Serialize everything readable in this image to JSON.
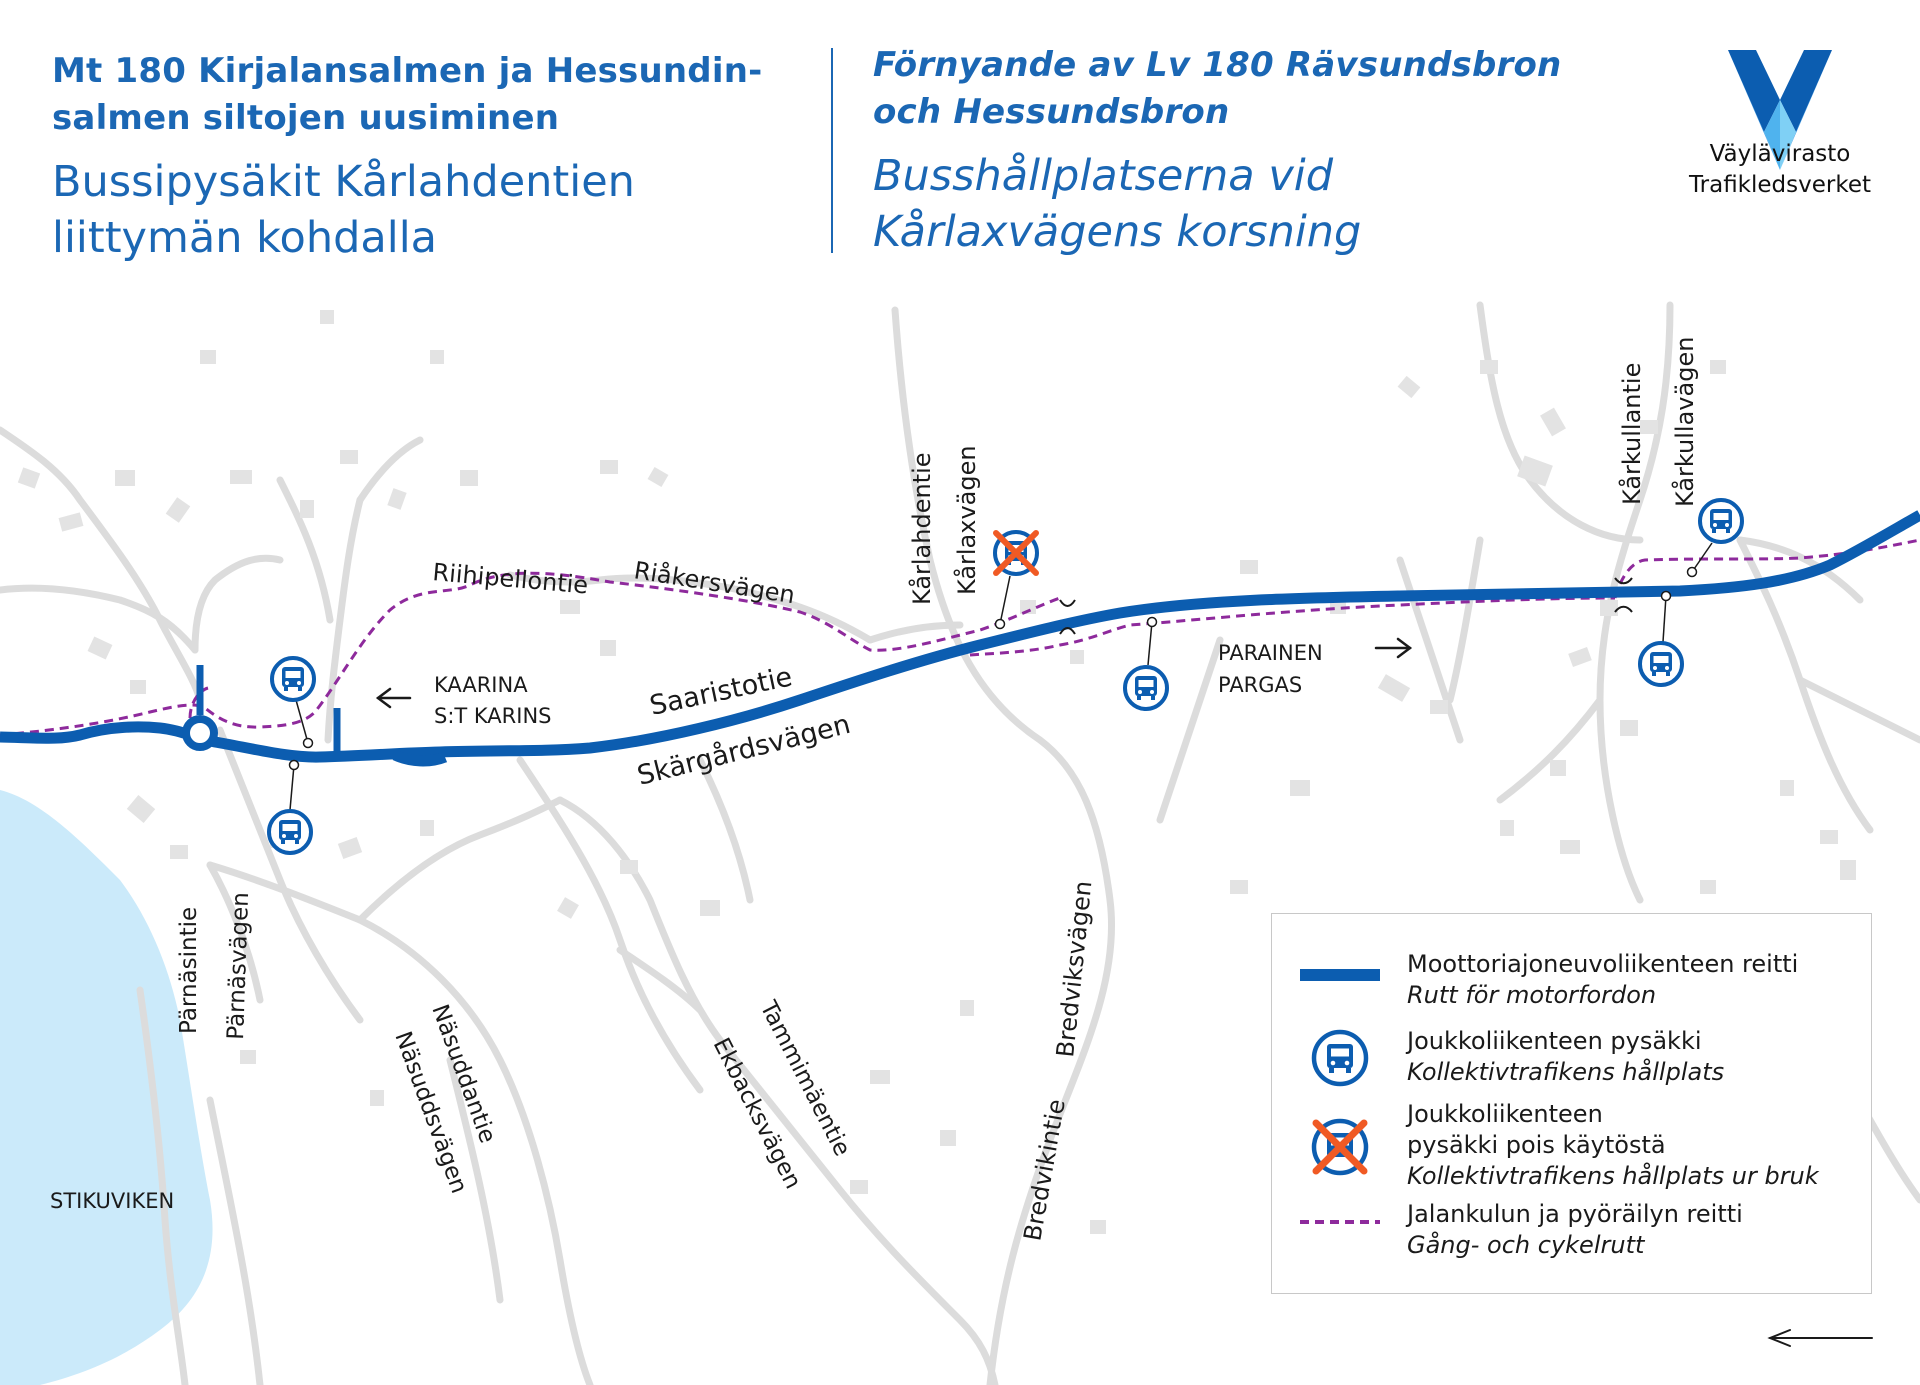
{
  "header": {
    "fi_title_line1": "Mt 180 Kirjalansalmen ja Hessundin-",
    "fi_title_line2": "salmen siltojen uusiminen",
    "fi_sub_line1": "Bussipysäkit Kårlahdentien",
    "fi_sub_line2": "liittymän kohdalla",
    "sv_title_line1": "Förnyande av Lv 180 Rävsundsbron",
    "sv_title_line2": "och Hessundsbron",
    "sv_sub_line1": "Busshållplatserna vid",
    "sv_sub_line2": "Kårlaxvägens korsning"
  },
  "logo": {
    "line1": "Väylävirasto",
    "line2": "Trafikledsverket"
  },
  "map": {
    "roads": {
      "riihipellontie": "Riihipellontie",
      "riakersvagen": "Riåkersvägen",
      "karlahdentie": "Kårlahdentie",
      "karlaxvagen": "Kårlaxvägen",
      "karkullantie": "Kårkullantie",
      "karkullavagen": "Kårkullavägen",
      "saaristotie": "Saaristotie",
      "skargardsvagen": "Skärgårdsvägen",
      "parnasintie": "Pärnäsintie",
      "parnasvagen": "Pärnäsvägen",
      "nasuddantie": "Näsuddantie",
      "nasuddsvagen": "Näsuddsvägen",
      "tammimaentie": "Tammimäentie",
      "ekbacksvagen": "Ekbacksvägen",
      "bredvikintie": "Bredvikintie",
      "bredviksvagen": "Bredviksvägen"
    },
    "places": {
      "kaarina": "KAARINA",
      "st_karins": "S:T KARINS",
      "parainen": "PARAINEN",
      "pargas": "PARGAS",
      "stikuviken": "STIKUVIKEN"
    }
  },
  "legend": {
    "motor_fi": "Moottoriajoneuvoliikenteen reitti",
    "motor_sv": "Rutt för motorfordon",
    "stop_fi": "Joukkoliikenteen pysäkki",
    "stop_sv": "Kollektivtrafikens hållplats",
    "closed_fi_1": "Joukkoliikenteen",
    "closed_fi_2": "pysäkki pois käytöstä",
    "closed_sv": "Kollektivtrafikens hållplats ur bruk",
    "walk_fi": "Jalankulun ja pyöräilyn reitti",
    "walk_sv": "Gång- och cykelrutt"
  },
  "colors": {
    "route_blue": "#0c5db0",
    "header_blue": "#1b67b4",
    "walk_purple": "#8e2a9c",
    "closed_orange": "#f05a24",
    "water": "#cbeafa",
    "road_gray": "#dcdcdc",
    "building_gray": "#e3e3e3"
  }
}
